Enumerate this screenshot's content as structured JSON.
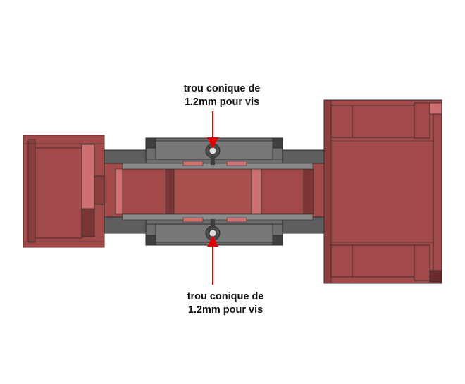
{
  "annotations": {
    "top": {
      "line1": "trou conique de",
      "line2": "1.2mm pour vis"
    },
    "bottom": {
      "line1": "trou conique de",
      "line2": "1.2mm pour vis"
    }
  },
  "colors": {
    "red_body": "#a24a4a",
    "red_dark": "#7a3434",
    "red_light": "#cf7070",
    "grey_part": "#6e6e6e",
    "grey_dark": "#4d4d4d",
    "grey_light": "#9a9a9a",
    "outline": "#2a2a2a",
    "arrow": "#e00000"
  }
}
